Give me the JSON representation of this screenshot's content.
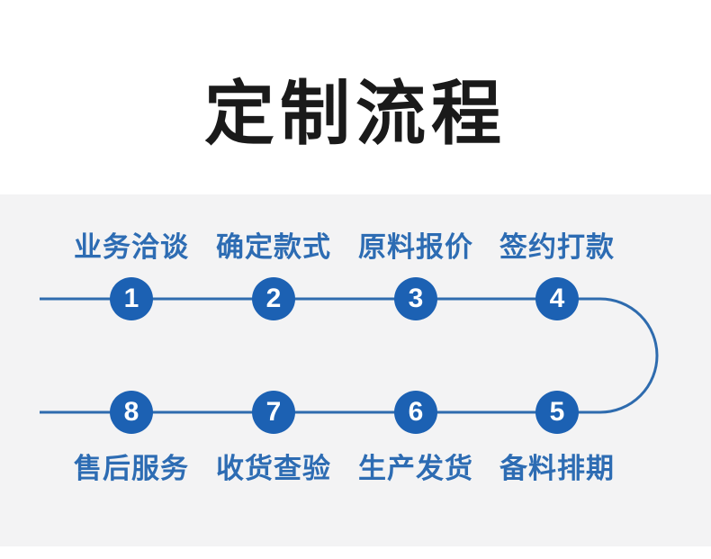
{
  "title": "定制流程",
  "colors": {
    "title": "#1a1a1a",
    "panel": "#f3f3f4",
    "circle": "#1c61b3",
    "line": "#2e6bae",
    "label": "#2d6cb3",
    "number": "#ffffff",
    "background": "#ffffff"
  },
  "flow": {
    "top_steps": [
      {
        "num": "1",
        "label": "业务洽谈"
      },
      {
        "num": "2",
        "label": "确定款式"
      },
      {
        "num": "3",
        "label": "原料报价"
      },
      {
        "num": "4",
        "label": "签约打款"
      }
    ],
    "bottom_steps": [
      {
        "num": "8",
        "label": "售后服务"
      },
      {
        "num": "7",
        "label": "收货查验"
      },
      {
        "num": "6",
        "label": "生产发货"
      },
      {
        "num": "5",
        "label": "备料排期"
      }
    ]
  }
}
